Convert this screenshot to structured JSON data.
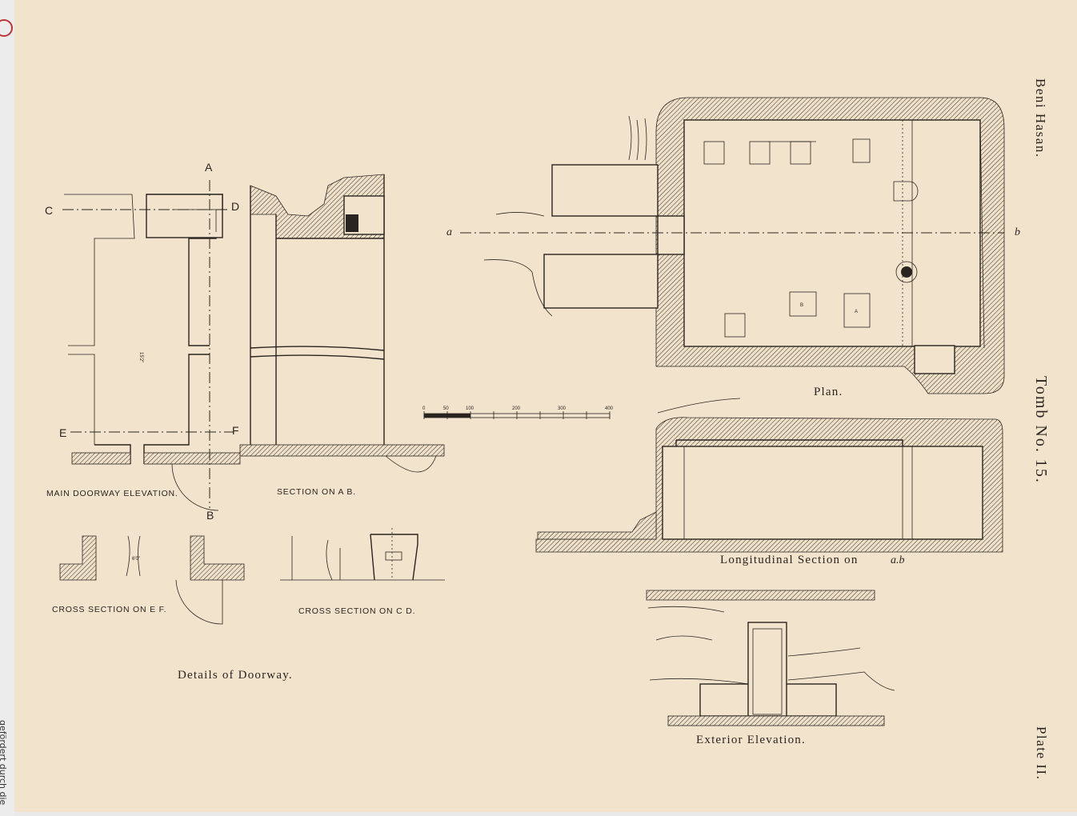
{
  "sidebar": {
    "text": "gefördert durch die"
  },
  "plate": {
    "header": "Beni Hasan.",
    "tomb": "Tomb No. 15.",
    "plate_no": "Plate II."
  },
  "captions": {
    "main_doorway": "MAIN DOORWAY ELEVATION.",
    "section_ab": "SECTION ON A B.",
    "cross_ef": "CROSS SECTION ON E F.",
    "cross_cd": "CROSS SECTION ON C D.",
    "details": "Details of Doorway.",
    "plan": "Plan.",
    "longitudinal": "Longitudinal Section on",
    "longitudinal_ref": "a.b",
    "exterior": "Exterior Elevation."
  },
  "section_letters": {
    "a_upper": "A",
    "b_upper": "B",
    "c": "C",
    "d": "D",
    "e": "E",
    "f": "F",
    "a_lower": "a",
    "b_lower": "b"
  },
  "plan_pits": {
    "pit_a": "A",
    "pit_b": "B"
  },
  "scale": {
    "ticks": [
      "0",
      "50",
      "100",
      "200",
      "300",
      "400"
    ]
  }
}
